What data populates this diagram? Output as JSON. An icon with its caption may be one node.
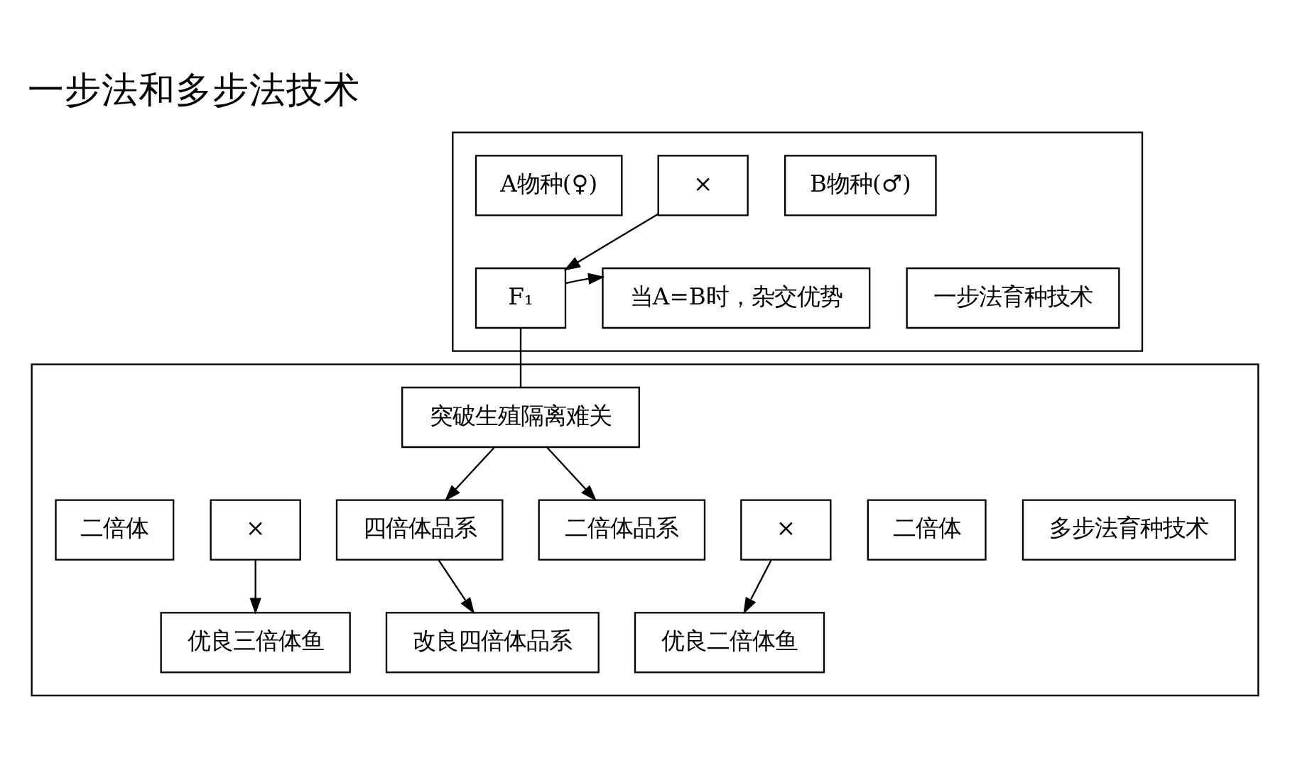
{
  "diagram": {
    "title": "一步法和多步法技术",
    "nodes": [
      {
        "text": [],
        "shape": "box"
      },
      {
        "text": [
          "A物种(♀)"
        ],
        "in": 0
      },
      {
        "text": [
          "×"
        ],
        "in": 0
      },
      {
        "text": [
          "B物种(♂)"
        ],
        "in": 0
      },
      {
        "text": [
          "F₁"
        ],
        "in": 0
      },
      {
        "text": [
          "当A=B时，杂交优势"
        ],
        "in": 0
      },
      {
        "text": [
          "一步法育种技术"
        ],
        "in": 0
      },
      {
        "text": [],
        "shape": "box"
      },
      {
        "text": [
          "突破生殖隔离难关"
        ],
        "in": 7
      },
      {
        "text": [
          "四倍体品系"
        ],
        "in": 7
      },
      {
        "text": [
          "改良四倍体品系"
        ],
        "in": 7
      },
      {
        "text": [
          "二倍体"
        ],
        "in": 7
      },
      {
        "text": [
          "×"
        ],
        "in": 7
      },
      {
        "text": [
          "优良三倍体鱼"
        ],
        "in": 7
      },
      {
        "text": [
          "二倍体品系"
        ],
        "in": 7
      },
      {
        "text": [
          "×"
        ],
        "in": 7
      },
      {
        "text": [
          "二倍体"
        ],
        "in": 7
      },
      {
        "text": [
          "优良二倍体鱼"
        ],
        "in": 7
      },
      {
        "text": [
          "多步法育种技术"
        ],
        "in": 7
      }
    ],
    "edges": [
      {
        "from": 2,
        "to": 4,
        "arrow": "to"
      },
      {
        "from": 4,
        "to": 5,
        "arrow": "to"
      },
      {
        "from": 4,
        "to": 8,
        "arrow": "none"
      },
      {
        "from": 8,
        "to": 9,
        "arrow": "to"
      },
      {
        "from": 8,
        "to": 14,
        "arrow": "to"
      },
      {
        "from": 9,
        "to": 10,
        "arrow": "to"
      },
      {
        "from": 12,
        "to": 13,
        "arrow": "to"
      },
      {
        "from": 15,
        "to": 17,
        "arrow": "to"
      }
    ]
  }
}
